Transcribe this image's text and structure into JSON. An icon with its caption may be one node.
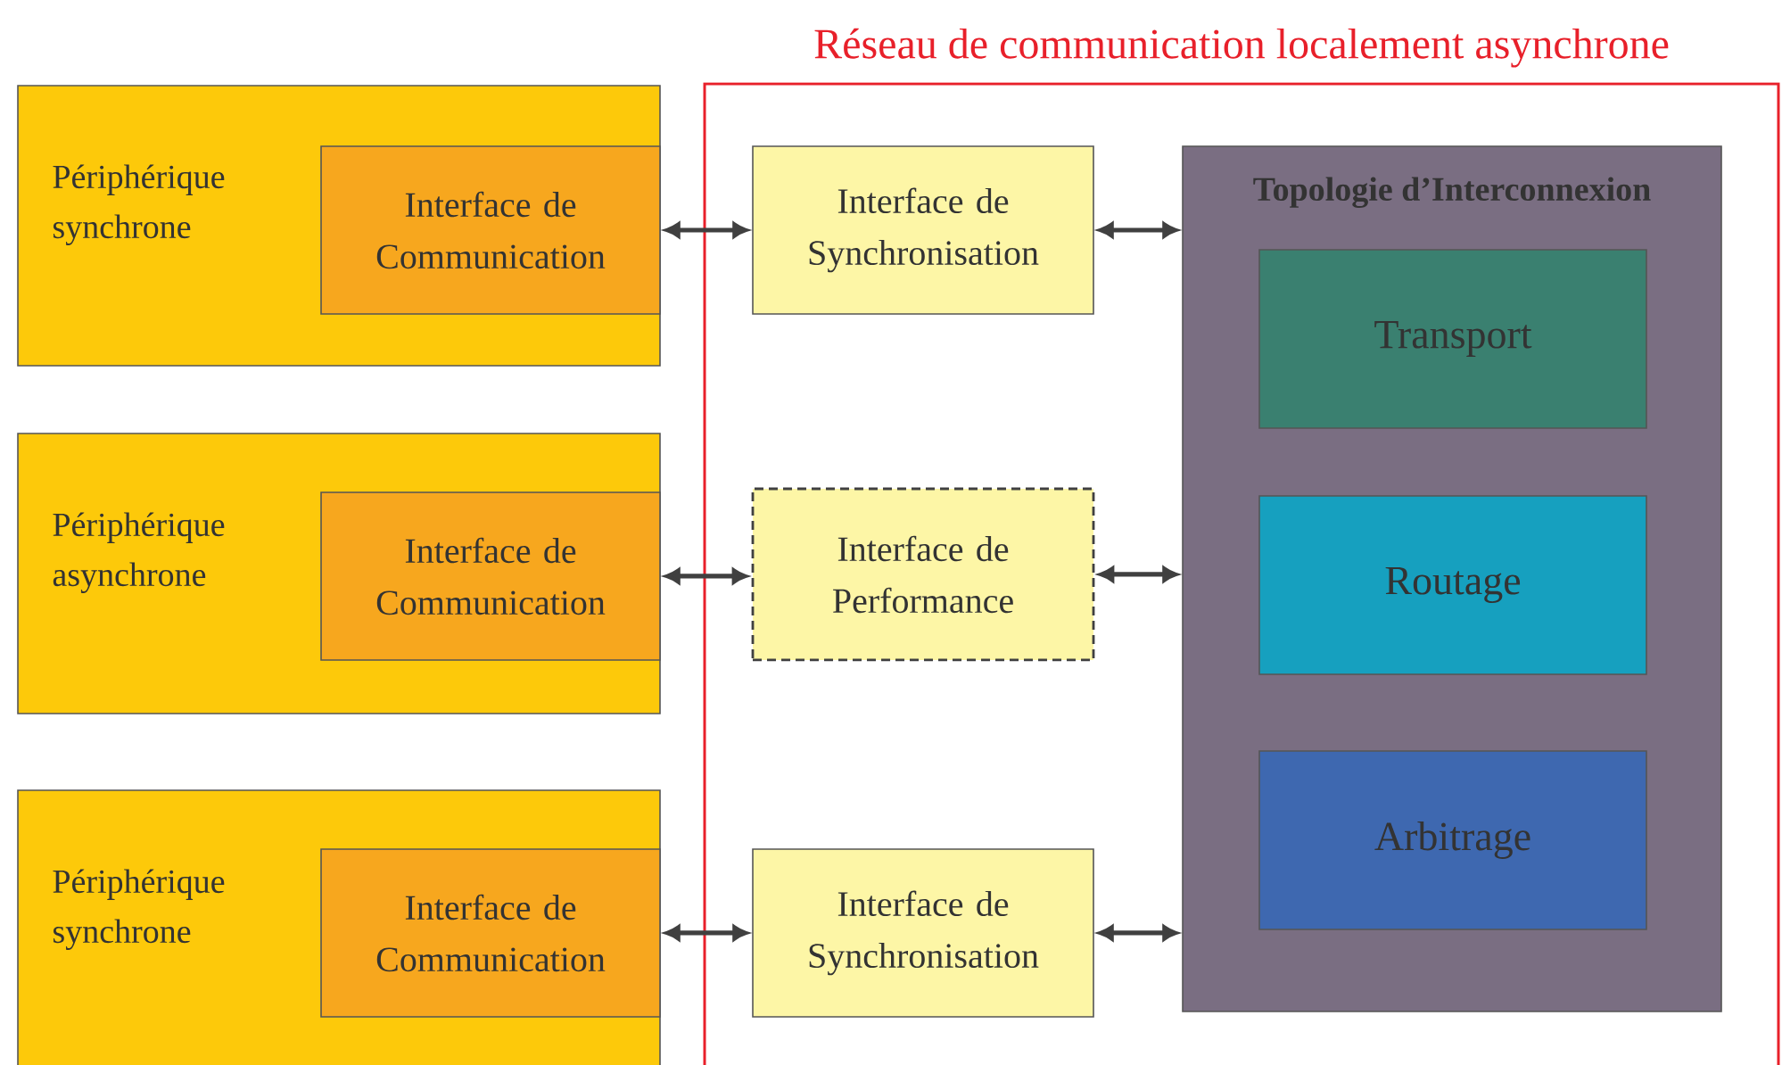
{
  "diagram": {
    "nodes": [
      {
        "text": [
          "Réseau de communication localement asynchrone"
        ]
      },
      {
        "text": [
          "Périphérique synchrone"
        ]
      },
      {
        "text": [
          "Interface de Communication"
        ],
        "in": 1
      },
      {
        "text": [
          "Périphérique asynchrone"
        ]
      },
      {
        "text": [
          "Interface de Communication"
        ],
        "in": 3
      },
      {
        "text": [
          "Périphérique synchrone"
        ]
      },
      {
        "text": [
          "Interface de Communication"
        ],
        "in": 5
      },
      {
        "text": [
          "Interface de Synchronisation"
        ],
        "in": 0
      },
      {
        "text": [
          "Interface de Performance"
        ],
        "in": 0
      },
      {
        "text": [
          "Interface de Synchronisation"
        ],
        "in": 0
      },
      {
        "text": [
          "Topologie d’Interconnexion"
        ],
        "in": 0
      },
      {
        "text": [
          "Transport"
        ],
        "in": 10
      },
      {
        "text": [
          "Routage"
        ],
        "in": 10
      },
      {
        "text": [
          "Arbitrage"
        ],
        "in": 10
      }
    ],
    "edges": [
      {
        "from": 2,
        "to": 7,
        "arrow": "both"
      },
      {
        "from": 7,
        "to": 10,
        "arrow": "both"
      },
      {
        "from": 4,
        "to": 8,
        "arrow": "both"
      },
      {
        "from": 8,
        "to": 10,
        "arrow": "both"
      },
      {
        "from": 6,
        "to": 9,
        "arrow": "both"
      },
      {
        "from": 9,
        "to": 10,
        "arrow": "both"
      }
    ]
  }
}
